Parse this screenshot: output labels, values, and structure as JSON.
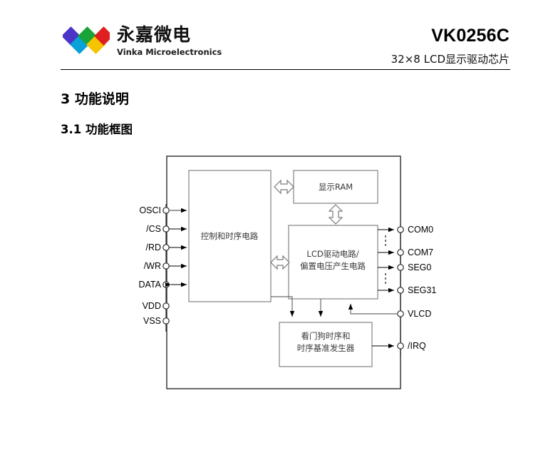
{
  "header": {
    "logo_cn": "永嘉微电",
    "logo_en": "Vinka Microelectronics",
    "part_number": "VK0256C",
    "part_desc": "32×8 LCD显示驱动芯片",
    "logo_colors": [
      "#4b35c6",
      "#0aa0d8",
      "#19a437",
      "#f5c400",
      "#e02020"
    ]
  },
  "headings": {
    "section": "3  功能说明",
    "subsection": "3.1  功能框图"
  },
  "diagram": {
    "blocks": {
      "control": "控制和时序电路",
      "display_ram": "显示RAM",
      "lcd_driver_line1": "LCD驱动电路/",
      "lcd_driver_line2": "偏置电压产生电路",
      "watchdog_line1": "看门狗时序和",
      "watchdog_line2": "时序基准发生器"
    },
    "left_pins": [
      {
        "label": "OSCI",
        "direction": "in"
      },
      {
        "label": "/CS",
        "direction": "in"
      },
      {
        "label": "/RD",
        "direction": "in"
      },
      {
        "label": "/WR",
        "direction": "in"
      },
      {
        "label": "DATA",
        "direction": "bidir"
      },
      {
        "label": "VDD",
        "direction": "power"
      },
      {
        "label": "VSS",
        "direction": "power"
      }
    ],
    "right_pins": [
      {
        "label": "COM0",
        "direction": "out"
      },
      {
        "label": "COM7",
        "direction": "out"
      },
      {
        "label": "SEG0",
        "direction": "out"
      },
      {
        "label": "SEG31",
        "direction": "out"
      },
      {
        "label": "VLCD",
        "direction": "in"
      },
      {
        "label": "/IRQ",
        "direction": "out"
      }
    ]
  }
}
